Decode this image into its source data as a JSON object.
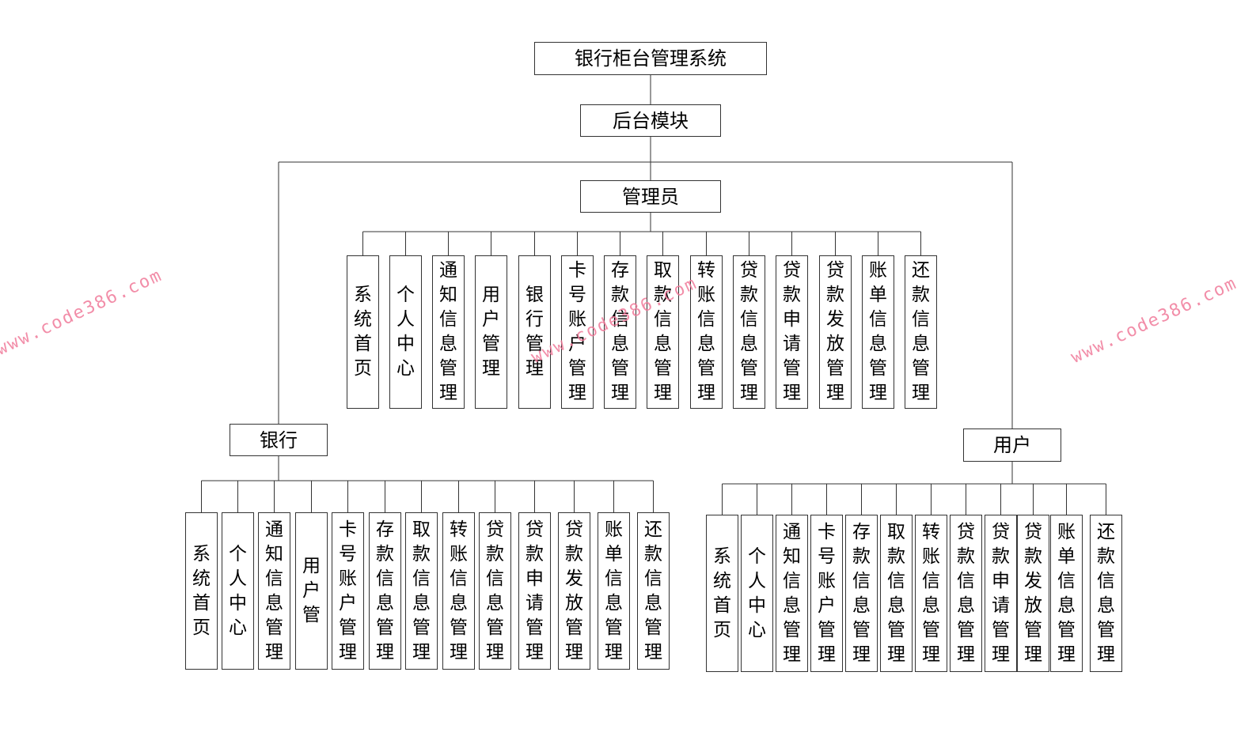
{
  "root": "银行柜台管理系统",
  "backend": "后台模块",
  "admin": {
    "title": "管理员",
    "items": [
      "系统首页",
      "个人中心",
      "通知信息管理",
      "用户管理",
      "银行管理",
      "卡号账户管理",
      "存款信息管理",
      "取款信息管理",
      "转账信息管理",
      "贷款信息管理",
      "贷款申请管理",
      "贷款发放管理",
      "账单信息管理",
      "还款信息管理"
    ]
  },
  "bank": {
    "title": "银行",
    "items": [
      "系统首页",
      "个人中心",
      "通知信息管理",
      "用户管",
      "卡号账户管理",
      "存款信息管理",
      "取款信息管理",
      "转账信息管理",
      "贷款信息管理",
      "贷款申请管理",
      "贷款发放管理",
      "账单信息管理",
      "还款信息管理"
    ]
  },
  "user": {
    "title": "用户",
    "items": [
      "系统首页",
      "个人中心",
      "通知信息管理",
      "卡号账户管理",
      "存款信息管理",
      "取款信息管理",
      "转账信息管理",
      "贷款信息管理",
      "贷款申请管理",
      "贷款发放管理",
      "账单信息管理",
      "还款信息管理"
    ]
  },
  "watermark": "www.code386.com",
  "colors": {
    "line": "#333333",
    "watermark": "#f07a9a"
  }
}
